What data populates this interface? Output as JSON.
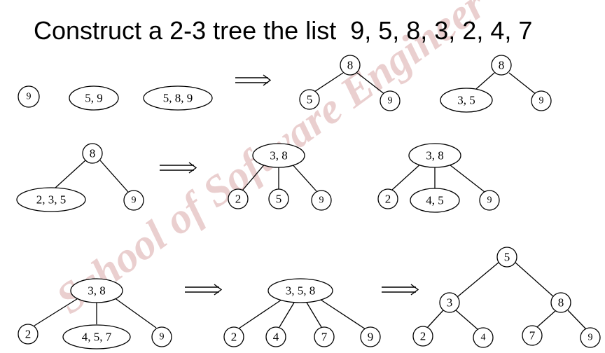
{
  "title": "Construct a 2-3 tree the list  9, 5, 8, 3, 2, 4, 7",
  "watermark": "School of Software Engineer",
  "nodes": {
    "s1_nine": "9",
    "s2_five_nine": "5, 9",
    "s3_five_eight_nine": "5, 8, 9",
    "t1_root": "8",
    "t1_left": "5",
    "t1_right": "9",
    "t2_root": "8",
    "t2_left": "3, 5",
    "t2_right": "9",
    "t3_root": "8",
    "t3_left": "2, 3, 5",
    "t3_right": "9",
    "t4_root": "3, 8",
    "t4_left": "2",
    "t4_mid": "5",
    "t4_right": "9",
    "t5_root": "3, 8",
    "t5_left": "2",
    "t5_mid": "4, 5",
    "t5_right": "9",
    "t6_root": "3, 8",
    "t6_left": "2",
    "t6_mid": "4, 5, 7",
    "t6_right": "9",
    "t7_root": "3, 5, 8",
    "t7_c1": "2",
    "t7_c2": "4",
    "t7_c3": "7",
    "t7_c4": "9",
    "t8_root": "5",
    "t8_l": "3",
    "t8_r": "8",
    "t8_ll": "2",
    "t8_lr": "4",
    "t8_rl": "7",
    "t8_rr": "9"
  }
}
